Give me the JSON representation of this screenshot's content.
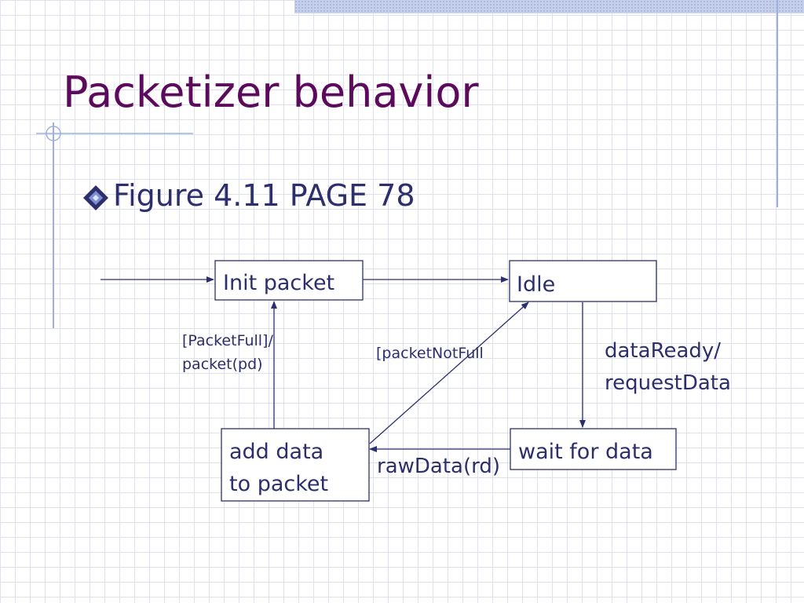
{
  "slide": {
    "title": "Packetizer behavior",
    "bullet": "Figure 4.11 PAGE 78"
  },
  "diagram": {
    "nodes": {
      "init_packet": [
        "Init packet"
      ],
      "idle": [
        "Idle"
      ],
      "add_data": [
        "add data",
        "to packet"
      ],
      "wait_for_data": [
        "wait for data"
      ]
    },
    "edges": {
      "packet_full": [
        "[PacketFull]/",
        "packet(pd)"
      ],
      "packet_not_full": [
        "[packetNotFull"
      ],
      "data_ready": [
        "dataReady/",
        "requestData"
      ],
      "raw_data": [
        "rawData(rd)"
      ]
    }
  },
  "colors": {
    "title": "#5c0a5c",
    "text": "#2c2f6c",
    "grid": "#dfe2ee",
    "accent": "#9fb0dd"
  },
  "icons": {
    "bullet": "diamond-bullet-icon"
  }
}
